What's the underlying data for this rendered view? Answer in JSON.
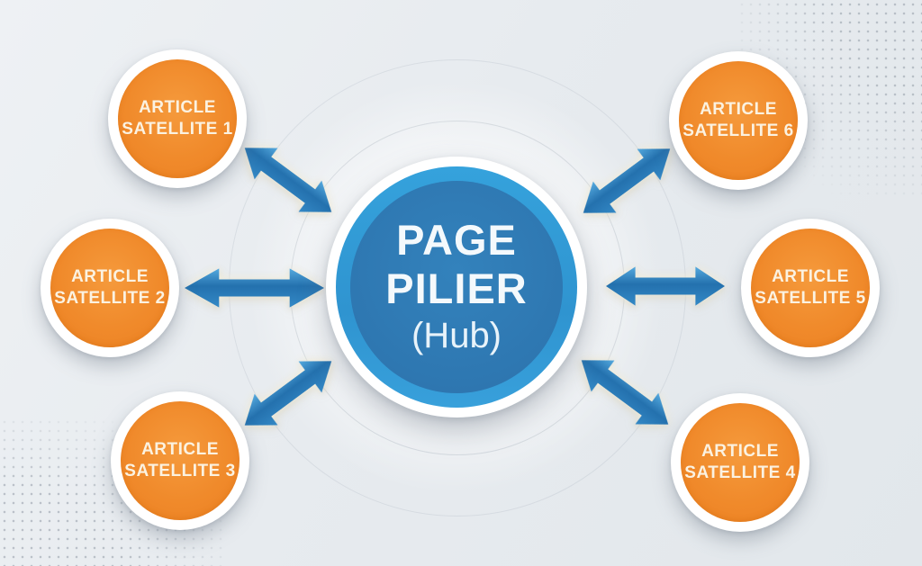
{
  "diagram": {
    "hub": {
      "line1": "PAGE",
      "line2": "PILIER",
      "line3": "(Hub)"
    },
    "satellites": [
      {
        "line1": "ARTICLE",
        "line2": "SATELLITE 1"
      },
      {
        "line1": "ARTICLE",
        "line2": "SATELLITE 2"
      },
      {
        "line1": "ARTICLE",
        "line2": "SATELLITE 3"
      },
      {
        "line1": "ARTICLE",
        "line2": "SATELLITE 4"
      },
      {
        "line1": "ARTICLE",
        "line2": "SATELLITE 5"
      },
      {
        "line1": "ARTICLE",
        "line2": "SATELLITE 6"
      }
    ],
    "colors": {
      "background": "#E8ECEF",
      "hub_blue": "#2E77B1",
      "hub_ring_blue": "#35A2DC",
      "satellite_orange": "#F08A2B",
      "arrow_blue": "#2B7CB9",
      "satellite_text": "#FBF2E1",
      "hub_text": "#F4F9FC"
    }
  }
}
